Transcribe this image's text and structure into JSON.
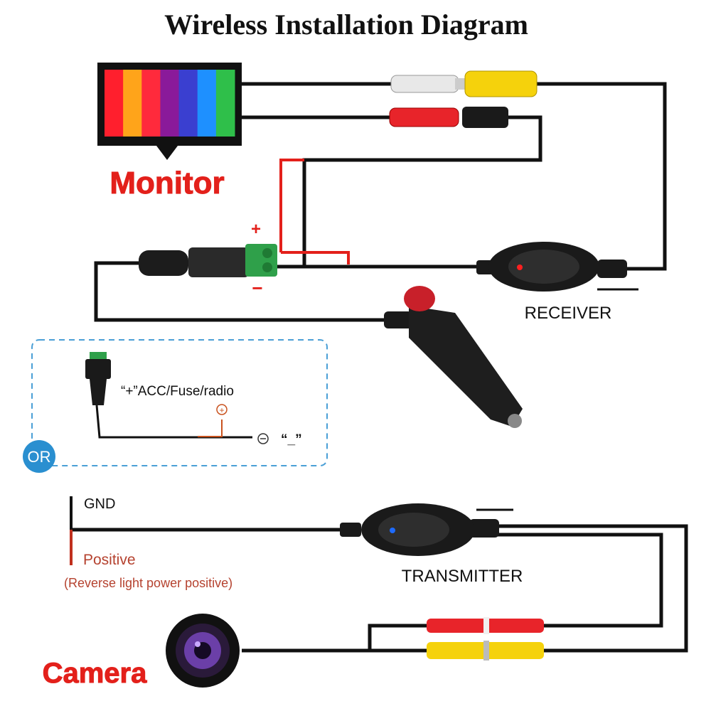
{
  "title": "Wireless Installation Diagram",
  "labels": {
    "monitor": "Monitor",
    "plus": "+",
    "minus": "−",
    "receiver": "RECEIVER",
    "acc": "“+”ACC/Fuse/radio",
    "neg_quote": "“_”",
    "or": "OR",
    "gnd": "GND",
    "positive": "Positive",
    "positive_note": "(Reverse light power positive)",
    "transmitter": "TRANSMITTER",
    "camera": "Camera"
  },
  "colors": {
    "wire": "#111111",
    "accent_red": "#e3201b",
    "positive_text": "#b5422f",
    "dashed_box": "#4a9fd6",
    "or_badge": "#2a8fd0",
    "rca_yellow": "#f5d20c",
    "rca_red": "#e8242a",
    "terminal_green": "#2fa04a"
  },
  "monitor_bars": [
    "#ff1f2d",
    "#ffa41a",
    "#ff2a3c",
    "#8a1a9a",
    "#3a3fd0",
    "#1e90ff",
    "#2fbf4a"
  ]
}
